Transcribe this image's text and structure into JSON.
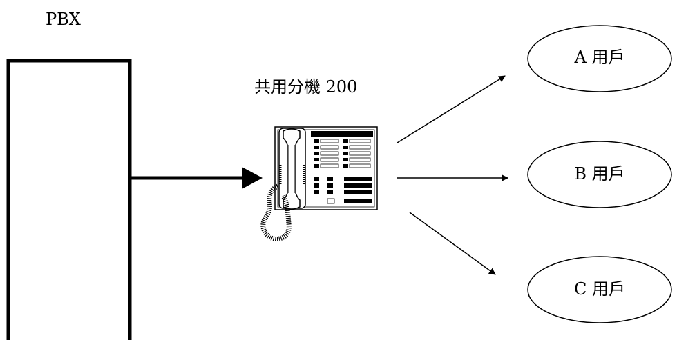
{
  "pbx": {
    "label": "PBX"
  },
  "extension": {
    "label": "共用分機 200"
  },
  "users": [
    {
      "label": "A 用戶"
    },
    {
      "label": "B 用戶"
    },
    {
      "label": "C 用戶"
    }
  ]
}
